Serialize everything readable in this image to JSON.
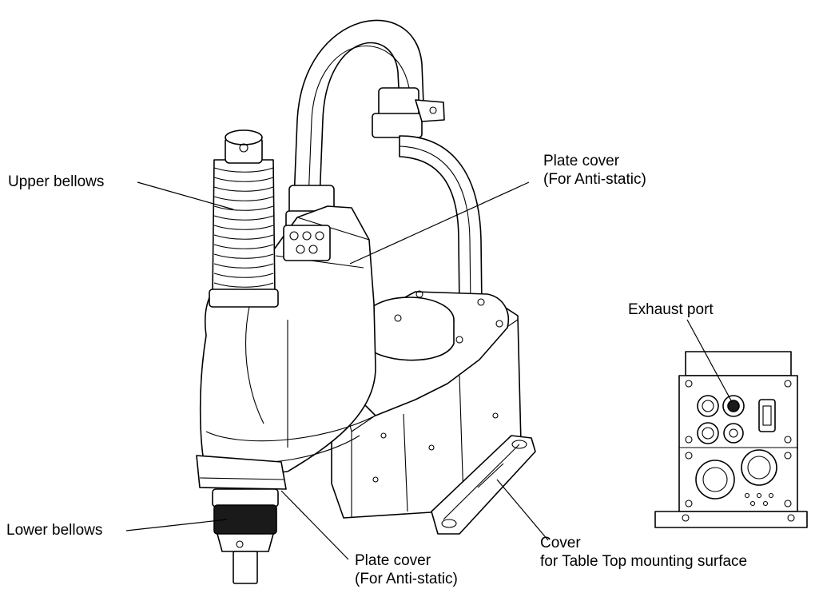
{
  "labels": {
    "upper_bellows": "Upper bellows",
    "plate_cover_top_line1": "Plate cover",
    "plate_cover_top_line2": "(For Anti-static)",
    "exhaust_port": "Exhaust port",
    "lower_bellows": "Lower bellows",
    "plate_cover_bottom_line1": "Plate cover",
    "plate_cover_bottom_line2": "(For Anti-static)",
    "cover_line1": "Cover",
    "cover_line2": "for Table Top mounting surface"
  },
  "colors": {
    "line": "#000000",
    "background": "#ffffff"
  }
}
